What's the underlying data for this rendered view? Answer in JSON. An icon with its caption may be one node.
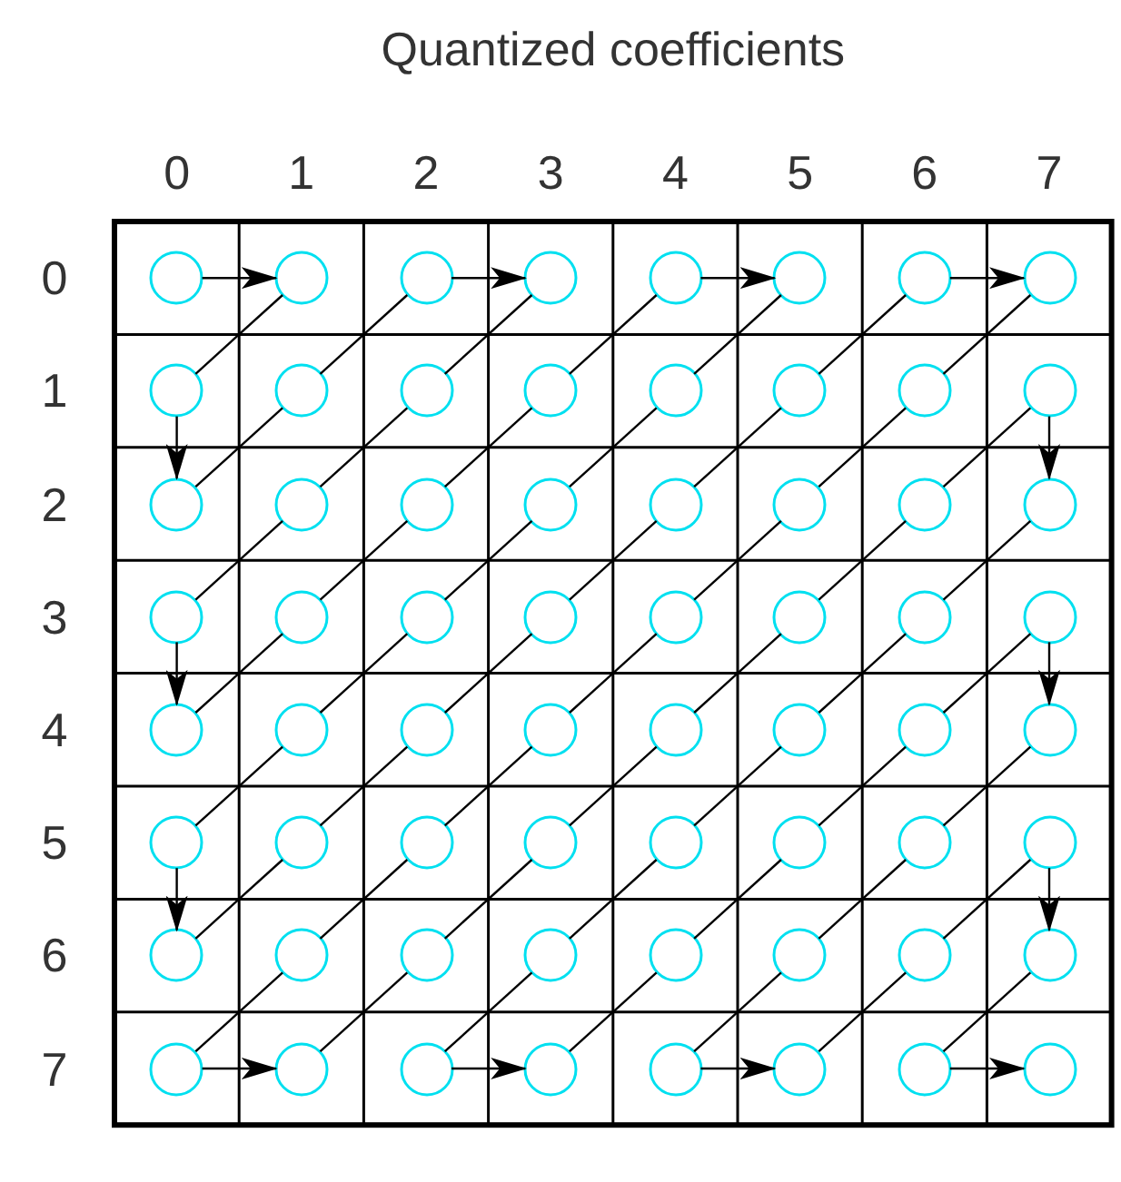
{
  "diagram": {
    "title": "Quantized coefficients",
    "nodes": [
      {
        "text": [],
        "shape": "circle"
      },
      {
        "text": [],
        "shape": "circle"
      },
      {
        "text": [],
        "shape": "circle"
      },
      {
        "text": [],
        "shape": "circle"
      },
      {
        "text": [],
        "shape": "circle"
      },
      {
        "text": [],
        "shape": "circle"
      },
      {
        "text": [],
        "shape": "circle"
      },
      {
        "text": [],
        "shape": "circle"
      },
      {
        "text": [],
        "shape": "circle"
      },
      {
        "text": [],
        "shape": "circle"
      },
      {
        "text": [],
        "shape": "circle"
      },
      {
        "text": [],
        "shape": "circle"
      },
      {
        "text": [],
        "shape": "circle"
      },
      {
        "text": [],
        "shape": "circle"
      },
      {
        "text": [],
        "shape": "circle"
      },
      {
        "text": [],
        "shape": "circle"
      },
      {
        "text": [],
        "shape": "circle"
      },
      {
        "text": [],
        "shape": "circle"
      },
      {
        "text": [],
        "shape": "circle"
      },
      {
        "text": [],
        "shape": "circle"
      },
      {
        "text": [],
        "shape": "circle"
      },
      {
        "text": [],
        "shape": "circle"
      },
      {
        "text": [],
        "shape": "circle"
      },
      {
        "text": [],
        "shape": "circle"
      },
      {
        "text": [],
        "shape": "circle"
      },
      {
        "text": [],
        "shape": "circle"
      },
      {
        "text": [],
        "shape": "circle"
      },
      {
        "text": [],
        "shape": "circle"
      },
      {
        "text": [],
        "shape": "circle"
      },
      {
        "text": [],
        "shape": "circle"
      },
      {
        "text": [],
        "shape": "circle"
      },
      {
        "text": [],
        "shape": "circle"
      },
      {
        "text": [],
        "shape": "circle"
      },
      {
        "text": [],
        "shape": "circle"
      },
      {
        "text": [],
        "shape": "circle"
      },
      {
        "text": [],
        "shape": "circle"
      },
      {
        "text": [],
        "shape": "circle"
      },
      {
        "text": [],
        "shape": "circle"
      },
      {
        "text": [],
        "shape": "circle"
      },
      {
        "text": [],
        "shape": "circle"
      },
      {
        "text": [],
        "shape": "circle"
      },
      {
        "text": [],
        "shape": "circle"
      },
      {
        "text": [],
        "shape": "circle"
      },
      {
        "text": [],
        "shape": "circle"
      },
      {
        "text": [],
        "shape": "circle"
      },
      {
        "text": [],
        "shape": "circle"
      },
      {
        "text": [],
        "shape": "circle"
      },
      {
        "text": [],
        "shape": "circle"
      },
      {
        "text": [],
        "shape": "circle"
      },
      {
        "text": [],
        "shape": "circle"
      },
      {
        "text": [],
        "shape": "circle"
      },
      {
        "text": [],
        "shape": "circle"
      },
      {
        "text": [],
        "shape": "circle"
      },
      {
        "text": [],
        "shape": "circle"
      },
      {
        "text": [],
        "shape": "circle"
      },
      {
        "text": [],
        "shape": "circle"
      },
      {
        "text": [],
        "shape": "circle"
      },
      {
        "text": [],
        "shape": "circle"
      },
      {
        "text": [],
        "shape": "circle"
      },
      {
        "text": [],
        "shape": "circle"
      },
      {
        "text": [],
        "shape": "circle"
      },
      {
        "text": [],
        "shape": "circle"
      },
      {
        "text": [],
        "shape": "circle"
      },
      {
        "text": [],
        "shape": "circle"
      }
    ],
    "edges": [
      {
        "from": 0,
        "to": 1,
        "arrow": "to"
      },
      {
        "from": 1,
        "to": 8,
        "arrow": "none"
      },
      {
        "from": 8,
        "to": 16,
        "arrow": "to"
      },
      {
        "from": 16,
        "to": 9,
        "arrow": "none"
      },
      {
        "from": 9,
        "to": 2,
        "arrow": "none"
      },
      {
        "from": 2,
        "to": 3,
        "arrow": "to"
      },
      {
        "from": 3,
        "to": 10,
        "arrow": "none"
      },
      {
        "from": 10,
        "to": 17,
        "arrow": "none"
      },
      {
        "from": 17,
        "to": 24,
        "arrow": "none"
      },
      {
        "from": 24,
        "to": 32,
        "arrow": "to"
      },
      {
        "from": 32,
        "to": 25,
        "arrow": "none"
      },
      {
        "from": 25,
        "to": 18,
        "arrow": "none"
      },
      {
        "from": 18,
        "to": 11,
        "arrow": "none"
      },
      {
        "from": 11,
        "to": 4,
        "arrow": "none"
      },
      {
        "from": 4,
        "to": 5,
        "arrow": "to"
      },
      {
        "from": 5,
        "to": 12,
        "arrow": "none"
      },
      {
        "from": 12,
        "to": 19,
        "arrow": "none"
      },
      {
        "from": 19,
        "to": 26,
        "arrow": "none"
      },
      {
        "from": 26,
        "to": 33,
        "arrow": "none"
      },
      {
        "from": 33,
        "to": 40,
        "arrow": "none"
      },
      {
        "from": 40,
        "to": 48,
        "arrow": "to"
      },
      {
        "from": 48,
        "to": 41,
        "arrow": "none"
      },
      {
        "from": 41,
        "to": 34,
        "arrow": "none"
      },
      {
        "from": 34,
        "to": 27,
        "arrow": "none"
      },
      {
        "from": 27,
        "to": 20,
        "arrow": "none"
      },
      {
        "from": 20,
        "to": 13,
        "arrow": "none"
      },
      {
        "from": 13,
        "to": 6,
        "arrow": "none"
      },
      {
        "from": 6,
        "to": 7,
        "arrow": "to"
      },
      {
        "from": 7,
        "to": 14,
        "arrow": "none"
      },
      {
        "from": 14,
        "to": 21,
        "arrow": "none"
      },
      {
        "from": 21,
        "to": 28,
        "arrow": "none"
      },
      {
        "from": 28,
        "to": 35,
        "arrow": "none"
      },
      {
        "from": 35,
        "to": 42,
        "arrow": "none"
      },
      {
        "from": 42,
        "to": 49,
        "arrow": "none"
      },
      {
        "from": 49,
        "to": 56,
        "arrow": "none"
      },
      {
        "from": 56,
        "to": 57,
        "arrow": "to"
      },
      {
        "from": 57,
        "to": 50,
        "arrow": "none"
      },
      {
        "from": 50,
        "to": 43,
        "arrow": "none"
      },
      {
        "from": 43,
        "to": 36,
        "arrow": "none"
      },
      {
        "from": 36,
        "to": 29,
        "arrow": "none"
      },
      {
        "from": 29,
        "to": 22,
        "arrow": "none"
      },
      {
        "from": 22,
        "to": 15,
        "arrow": "none"
      },
      {
        "from": 15,
        "to": 23,
        "arrow": "to"
      },
      {
        "from": 23,
        "to": 30,
        "arrow": "none"
      },
      {
        "from": 30,
        "to": 37,
        "arrow": "none"
      },
      {
        "from": 37,
        "to": 44,
        "arrow": "none"
      },
      {
        "from": 44,
        "to": 51,
        "arrow": "none"
      },
      {
        "from": 51,
        "to": 58,
        "arrow": "none"
      },
      {
        "from": 58,
        "to": 59,
        "arrow": "to"
      },
      {
        "from": 59,
        "to": 52,
        "arrow": "none"
      },
      {
        "from": 52,
        "to": 45,
        "arrow": "none"
      },
      {
        "from": 45,
        "to": 38,
        "arrow": "none"
      },
      {
        "from": 38,
        "to": 31,
        "arrow": "none"
      },
      {
        "from": 31,
        "to": 39,
        "arrow": "to"
      },
      {
        "from": 39,
        "to": 46,
        "arrow": "none"
      },
      {
        "from": 46,
        "to": 53,
        "arrow": "none"
      },
      {
        "from": 53,
        "to": 60,
        "arrow": "none"
      },
      {
        "from": 60,
        "to": 61,
        "arrow": "to"
      },
      {
        "from": 61,
        "to": 54,
        "arrow": "none"
      },
      {
        "from": 54,
        "to": 47,
        "arrow": "none"
      },
      {
        "from": 47,
        "to": 55,
        "arrow": "to"
      },
      {
        "from": 55,
        "to": 62,
        "arrow": "none"
      },
      {
        "from": 62,
        "to": 63,
        "arrow": "to"
      }
    ],
    "labels": [
      "0",
      "1",
      "2",
      "3",
      "4",
      "5",
      "6",
      "7",
      "0",
      "1",
      "2",
      "3",
      "4",
      "5",
      "6",
      "7"
    ]
  }
}
